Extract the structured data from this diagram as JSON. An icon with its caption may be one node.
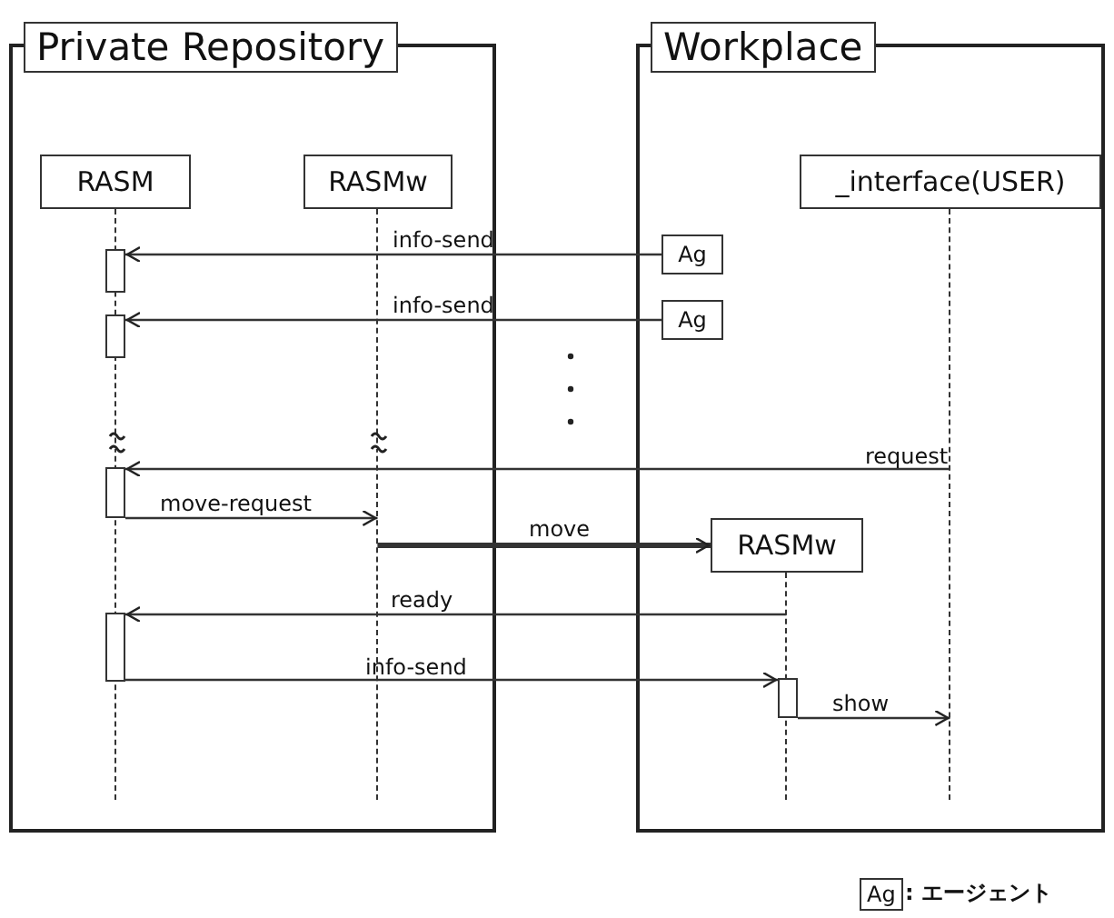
{
  "diagram": {
    "nodes": [
      {
        "text": [
          "Private Repository"
        ]
      },
      {
        "text": [
          "RASM"
        ],
        "in": 0
      },
      {
        "text": [
          "RASMw"
        ],
        "in": 0
      },
      {
        "text": [],
        "shape": "line",
        "in": 0
      },
      {
        "text": [],
        "shape": "line",
        "in": 0
      },
      {
        "text": [],
        "shape": "bar",
        "in": 0
      },
      {
        "text": [],
        "shape": "bar",
        "in": 0
      },
      {
        "text": [],
        "shape": "bar",
        "in": 0
      },
      {
        "text": [],
        "shape": "bar",
        "in": 0
      },
      {
        "text": [
          "Workplace"
        ]
      },
      {
        "text": [
          "_interface(USER)"
        ],
        "in": 9
      },
      {
        "text": [],
        "shape": "line",
        "in": 9
      },
      {
        "text": [
          "Ag"
        ],
        "in": 9
      },
      {
        "text": [
          "Ag"
        ],
        "in": 9
      },
      {
        "text": [
          "RASMw"
        ],
        "in": 9
      },
      {
        "text": [],
        "shape": "line",
        "in": 9
      },
      {
        "text": [],
        "shape": "bar",
        "in": 9
      }
    ],
    "edges": [
      {
        "from": 12,
        "to": 5,
        "arrow": "to",
        "label": "info-send"
      },
      {
        "from": 13,
        "to": 6,
        "arrow": "to",
        "label": "info-send"
      },
      {
        "from": 11,
        "to": 7,
        "arrow": "to",
        "label": "request"
      },
      {
        "from": 7,
        "to": 4,
        "arrow": "to",
        "label": "move-request"
      },
      {
        "from": 4,
        "to": 14,
        "arrow": "to",
        "label": "move",
        "style": "thick"
      },
      {
        "from": 15,
        "to": 8,
        "arrow": "to",
        "label": "ready"
      },
      {
        "from": 8,
        "to": 16,
        "arrow": "to",
        "label": "info-send"
      },
      {
        "from": 16,
        "to": 11,
        "arrow": "to",
        "label": "show"
      }
    ],
    "labels": [
      "Ag",
      ": エージェント"
    ]
  }
}
